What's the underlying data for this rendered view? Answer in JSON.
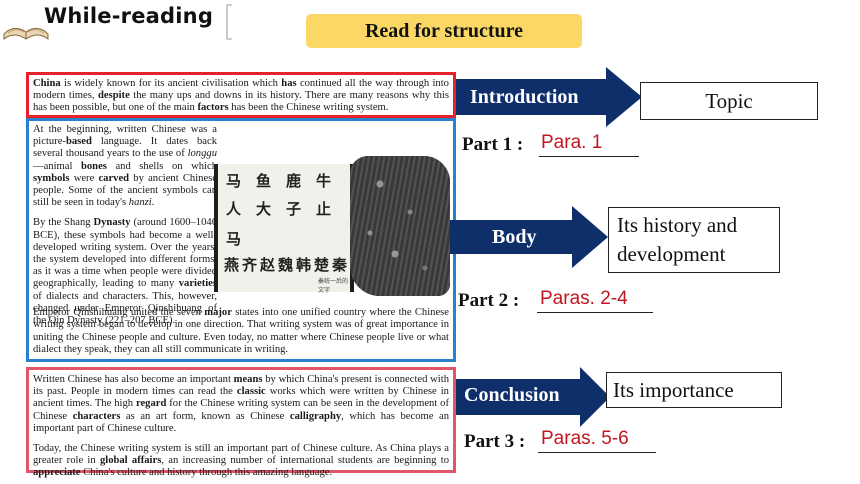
{
  "header": {
    "tab_title": "While-reading",
    "banner": "Read for structure"
  },
  "paragraphs": {
    "p1": {
      "parts": [
        {
          "t": "China",
          "b": true
        },
        {
          "t": " is widely known for its ancient civilisation which ",
          "b": false
        },
        {
          "t": "has",
          "b": true
        },
        {
          "t": " continued all the way through into modern times, ",
          "b": false
        },
        {
          "t": "despite",
          "b": true
        },
        {
          "t": " the many ups and downs in its history. There are many reasons why this has been possible, but one of the main ",
          "b": false
        },
        {
          "t": "factors",
          "b": true
        },
        {
          "t": " has been the Chinese writing system.",
          "b": false
        }
      ]
    },
    "p2_intro": {
      "parts": [
        {
          "t": "At the beginning, written Chinese was a picture-",
          "b": false
        },
        {
          "t": "based",
          "b": true
        },
        {
          "t": " language. It dates back several thousand years to the use of ",
          "b": false
        },
        {
          "t": "longgu",
          "b": false,
          "i": true
        },
        {
          "t": "—animal ",
          "b": false
        },
        {
          "t": "bones",
          "b": true
        },
        {
          "t": " and shells on which ",
          "b": false
        },
        {
          "t": "symbols",
          "b": true
        },
        {
          "t": " were ",
          "b": false
        },
        {
          "t": "carved",
          "b": true
        },
        {
          "t": " by ancient Chinese people. Some of the ancient symbols can still be seen in today's ",
          "b": false
        },
        {
          "t": "hanzi",
          "b": false,
          "i": true
        },
        {
          "t": ".",
          "b": false
        }
      ]
    },
    "p3": {
      "parts": [
        {
          "t": "By the Shang ",
          "b": false
        },
        {
          "t": "Dynasty",
          "b": true
        },
        {
          "t": " (around 1600–1046 BCE), these symbols had become a well-developed writing system. Over the years, the system developed into different forms, as it was a time when people were divided geographically, leading to many ",
          "b": false
        },
        {
          "t": "varieties",
          "b": true
        },
        {
          "t": " of dialects and characters. This, however, changed under Emperor Qinshihuang of the Qin Dynasty (221–207 BCE).",
          "b": false
        }
      ]
    },
    "p4": {
      "parts": [
        {
          "t": "Emperor Qinshihuang united the seven ",
          "b": false
        },
        {
          "t": "major",
          "b": true
        },
        {
          "t": " states into one unified country where the Chinese writing system began to develop in one direction. That writing system was of great importance in uniting the Chinese people and culture. Even today, no matter where Chinese people live or what dialect they speak, they can all still communicate in writing.",
          "b": false
        }
      ]
    },
    "p5": {
      "parts": [
        {
          "t": "Written Chinese has also become an important ",
          "b": false
        },
        {
          "t": "means",
          "b": true
        },
        {
          "t": " by which China's present is connected with its past. People in modern times can read the ",
          "b": false
        },
        {
          "t": "classic",
          "b": true
        },
        {
          "t": " works which were written by Chinese in ancient times. The high ",
          "b": false
        },
        {
          "t": "regard",
          "b": true
        },
        {
          "t": " for the Chinese writing system can be seen in the development of Chinese ",
          "b": false
        },
        {
          "t": "characters",
          "b": true
        },
        {
          "t": " as an art form, known as Chinese ",
          "b": false
        },
        {
          "t": "calligraphy",
          "b": true
        },
        {
          "t": ", which has become an important part of Chinese culture.",
          "b": false
        }
      ]
    },
    "p6": {
      "parts": [
        {
          "t": "Today, the Chinese writing system is still an important part of Chinese culture. As China plays a greater role in ",
          "b": false
        },
        {
          "t": "global affairs",
          "b": true
        },
        {
          "t": ", an increasing number of international students are beginning to ",
          "b": false
        },
        {
          "t": "appreciate",
          "b": true
        },
        {
          "t": " China's culture and history through this amazing language.",
          "b": false
        }
      ]
    }
  },
  "illustration": {
    "row1": [
      "马",
      "鱼",
      "鹿",
      "牛"
    ],
    "row2": [
      "人",
      "大",
      "子",
      "止"
    ],
    "row3_label": "马",
    "row4": [
      "燕",
      "齐",
      "赵",
      "魏",
      "韩",
      "楚",
      "秦"
    ],
    "caption": "秦统一后的文字"
  },
  "structure": {
    "introduction": {
      "label": "Introduction",
      "box": "Topic"
    },
    "part1": {
      "label": "Part 1 :",
      "answer": "Para. 1"
    },
    "body": {
      "label": "Body",
      "box_line1": "Its history and",
      "box_line2": "development"
    },
    "part2": {
      "label": "Part 2 :",
      "answer": "Paras. 2-4"
    },
    "conclusion": {
      "label": "Conclusion",
      "box": "Its importance"
    },
    "part3": {
      "label": "Part 3 :",
      "answer": "Paras. 5-6"
    }
  },
  "colors": {
    "arrow_navy": "#0f2f6b",
    "banner_yellow": "#fbd866",
    "box_red": "#e8212b",
    "box_blue": "#2c7fce",
    "box_pink": "#e2566a",
    "answer_red": "#c0161f"
  }
}
